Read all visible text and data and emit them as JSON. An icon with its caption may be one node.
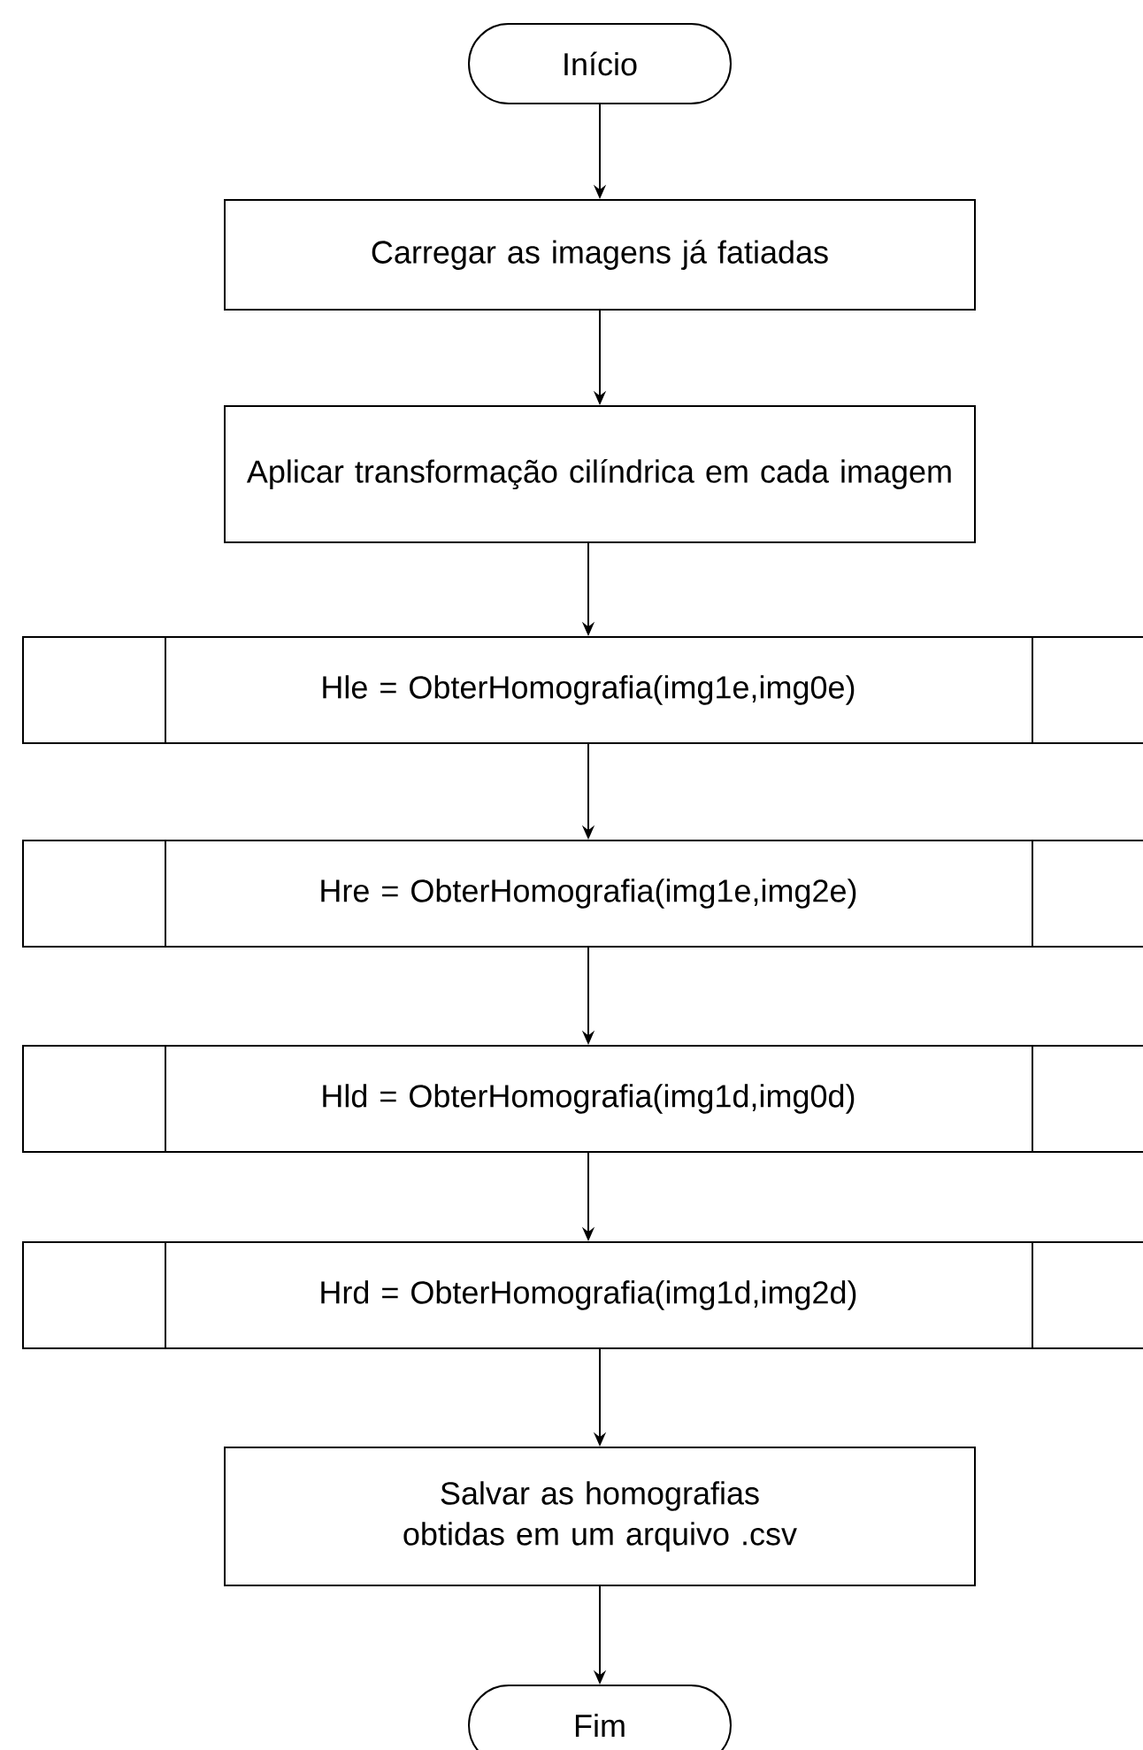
{
  "diagram": {
    "nodes": [
      {
        "text": [
          "Início"
        ]
      },
      {
        "text": [
          "Carregar as imagens já fatiadas"
        ]
      },
      {
        "text": [
          "Aplicar transformação cilíndrica em cada imagem"
        ]
      },
      {
        "text": [
          "Hle = ObterHomografia(img1e,img0e)"
        ]
      },
      {
        "text": [
          "Hre = ObterHomografia(img1e,img2e)"
        ]
      },
      {
        "text": [
          "Hld = ObterHomografia(img1d,img0d)"
        ]
      },
      {
        "text": [
          "Hrd = ObterHomografia(img1d,img2d)"
        ]
      },
      {
        "text": [
          "Salvar as homografias obtidas em um arquivo .csv"
        ]
      },
      {
        "text": [
          "Fim"
        ]
      }
    ],
    "edges": [
      {
        "from": 0,
        "to": 1,
        "arrow": "to"
      },
      {
        "from": 1,
        "to": 2,
        "arrow": "to"
      },
      {
        "from": 2,
        "to": 3,
        "arrow": "to"
      },
      {
        "from": 3,
        "to": 4,
        "arrow": "to"
      },
      {
        "from": 4,
        "to": 5,
        "arrow": "to"
      },
      {
        "from": 5,
        "to": 6,
        "arrow": "to"
      },
      {
        "from": 6,
        "to": 7,
        "arrow": "to"
      },
      {
        "from": 7,
        "to": 8,
        "arrow": "to"
      }
    ]
  }
}
